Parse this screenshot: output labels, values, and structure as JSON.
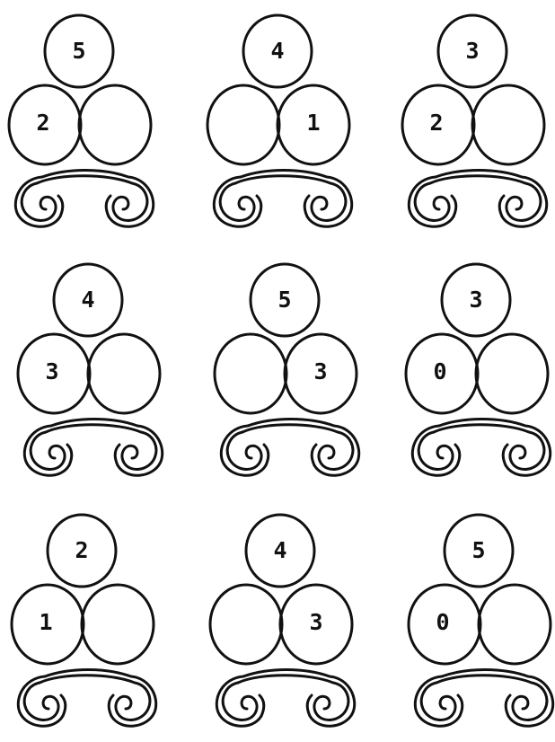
{
  "puzzles": [
    {
      "whole": "5",
      "left": "2",
      "right": ""
    },
    {
      "whole": "4",
      "left": "",
      "right": "1"
    },
    {
      "whole": "3",
      "left": "2",
      "right": ""
    },
    {
      "whole": "4",
      "left": "3",
      "right": ""
    },
    {
      "whole": "5",
      "left": "",
      "right": "3"
    },
    {
      "whole": "3",
      "left": "0",
      "right": ""
    },
    {
      "whole": "2",
      "left": "1",
      "right": ""
    },
    {
      "whole": "4",
      "left": "",
      "right": "3"
    },
    {
      "whole": "5",
      "left": "0",
      "right": ""
    }
  ]
}
